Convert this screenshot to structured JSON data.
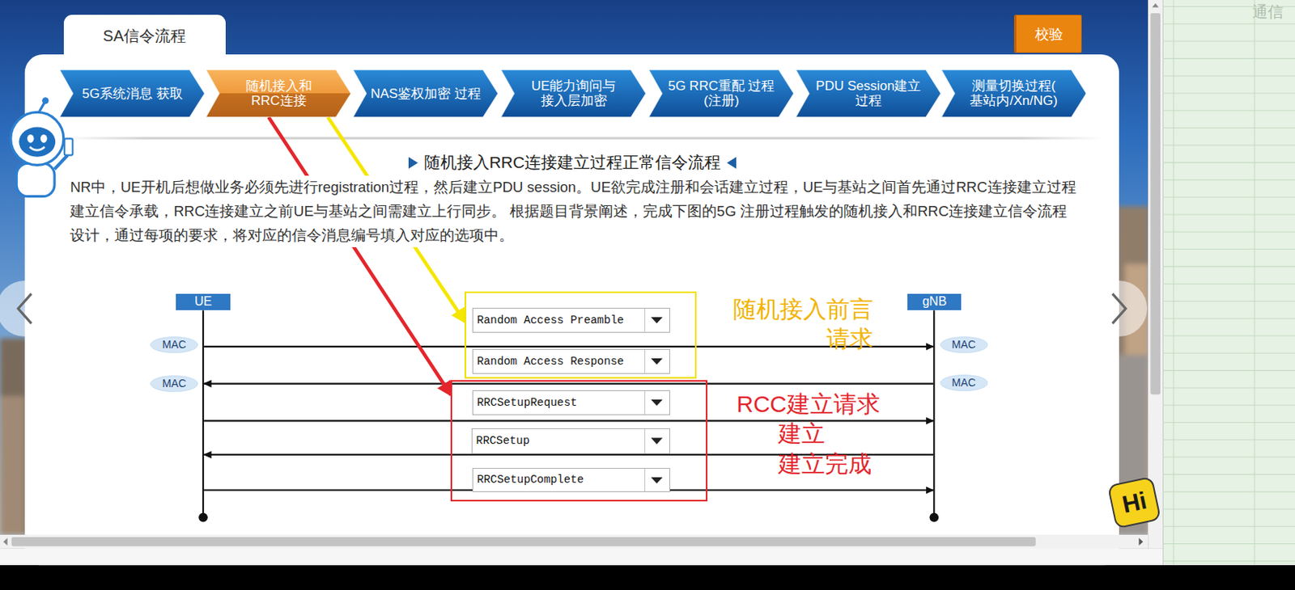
{
  "diagram": {
    "title": "随机接入RRC连接建立过程正常信令流程",
    "nodes": [
      {
        "text": [
          "SA信令流程"
        ]
      },
      {
        "text": [
          "校验"
        ]
      },
      {
        "text": [
          "5G系统消息 获取"
        ]
      },
      {
        "text": [
          "随机接入和 RRC连接"
        ]
      },
      {
        "text": [
          "NAS鉴权加密 过程"
        ]
      },
      {
        "text": [
          "UE能力询问与 接入层加密"
        ]
      },
      {
        "text": [
          "5G RRC重配 过程(注册)"
        ]
      },
      {
        "text": [
          "PDU Session建立 过程"
        ]
      },
      {
        "text": [
          "测量切换过程( 基站内/Xn/NG)"
        ]
      },
      {
        "text": [
          "UE"
        ]
      },
      {
        "text": [
          "随机接入前言 请求"
        ]
      },
      {
        "text": [
          "Random Access Preamble"
        ],
        "in": 10
      },
      {
        "text": [
          "Random Access Response"
        ],
        "in": 10
      },
      {
        "text": [
          "RCC建立请求 建立 建立完成"
        ]
      },
      {
        "text": [
          "RRCSetupRequest"
        ],
        "in": 13
      },
      {
        "text": [
          "RRCSetup"
        ],
        "in": 13
      },
      {
        "text": [
          "RRCSetupComplete"
        ],
        "in": 13
      },
      {
        "text": [
          "gNB"
        ]
      },
      {
        "text": [
          "MAC"
        ]
      },
      {
        "text": [
          "MAC"
        ]
      },
      {
        "text": [
          "MAC"
        ]
      },
      {
        "text": [
          "MAC"
        ]
      },
      {
        "text": [
          "Hi"
        ]
      }
    ],
    "edges": [
      {
        "from": 3,
        "to": 10,
        "arrow": "to"
      },
      {
        "from": 3,
        "to": 13,
        "arrow": "to"
      }
    ],
    "labels": [
      "NR中，UE开机后想做业务必须先进行registration过程，然后建立PDU session。UE欲完成注册和会话建立过程，UE与基站之间首先通过RRC连接建立过程建立信令承载，RRC连接建立之前UE与基站之间需建立上行同步。 根据题目背景阐述，完成下图的5G 注册过程触发的随机接入和RRC连接建立信令流程设计，通过每项的要求，将对应的信令消息编号填入对应的选项中。",
      "通信"
    ]
  }
}
